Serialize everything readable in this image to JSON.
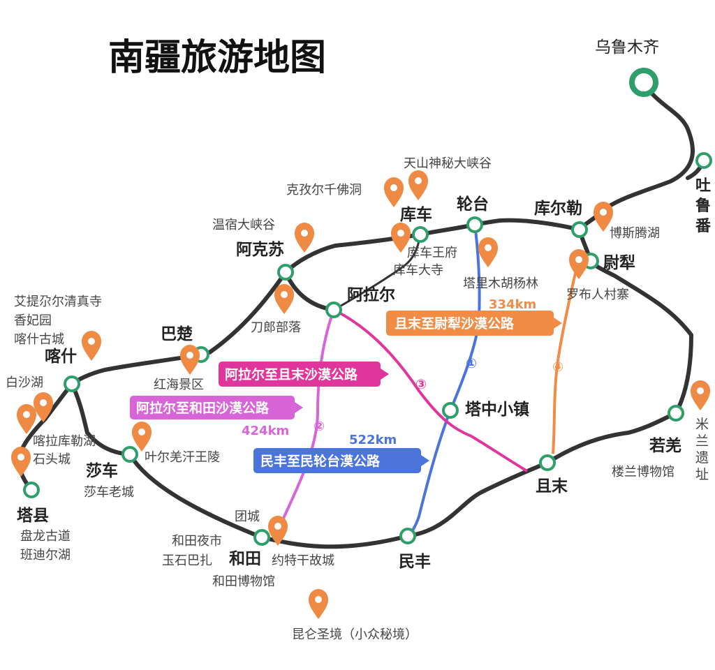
{
  "title": "南疆旅游地图",
  "colors": {
    "loop": "#333333",
    "station": "#2e9e6a",
    "pin": "#ef8a45",
    "route1": "#4a74d9",
    "route2": "#d765d8",
    "route3": "#e0369b",
    "route4": "#f08c45"
  },
  "cities": {
    "urumqi": "乌鲁木齐",
    "turpan": "吐鲁番",
    "korla": "库尔勒",
    "luntai": "轮台",
    "kuqa": "库车",
    "aksu": "阿克苏",
    "alar": "阿拉尔",
    "bachu": "巴楚",
    "kashgar": "喀什",
    "shache": "莎车",
    "taxian": "塔县",
    "hotan": "和田",
    "minfeng": "民丰",
    "qiemo": "且末",
    "ruoqiang": "若羌",
    "yuli": "尉犁",
    "tazhong": "塔中小镇"
  },
  "pois": {
    "tianshan": "天山神秘大峡谷",
    "kizil": "克孜尔千佛洞",
    "wensu": "温宿大峡谷",
    "kuqa_palace": "库车王府",
    "kuqa_mosque": "库车大寺",
    "tarim_poplar": "塔里木胡杨林",
    "bosten": "博斯腾湖",
    "loulan_village": "罗布人村寨",
    "daolang": "刀郎部落",
    "idkah": "艾提尕尔清真寺",
    "xiangfei": "香妃园",
    "kashgar_old": "喀什古城",
    "baisha": "白沙湖",
    "karakul": "喀拉库勒湖",
    "stone_city": "石头城",
    "panlong": "盘龙古道",
    "bandier": "班迪尔湖",
    "honghai": "红海景区",
    "yarkand_tomb": "叶尔羌汗王陵",
    "shache_old": "莎车老城",
    "tuancheng": "团城",
    "night_market": "和田夜市",
    "jade_bazaar": "玉石巴扎",
    "hotan_museum": "和田博物馆",
    "yotkan": "约特干故城",
    "kunlun": "昆仑圣境（小众秘境）",
    "loulan_museum": "楼兰博物馆",
    "miran": "米兰遗址"
  },
  "routes": [
    {
      "num": "①",
      "name": "民丰至民轮台漠公路",
      "distance": "522km"
    },
    {
      "num": "②",
      "name": "阿拉尔至和田沙漠公路",
      "distance": "424km"
    },
    {
      "num": "③",
      "name": "阿拉尔至且末沙漠公路",
      "distance": ""
    },
    {
      "num": "④",
      "name": "且末至尉犁沙漠公路",
      "distance": "334km"
    }
  ],
  "icons": [
    "station-ring-icon",
    "map-pin-icon"
  ]
}
